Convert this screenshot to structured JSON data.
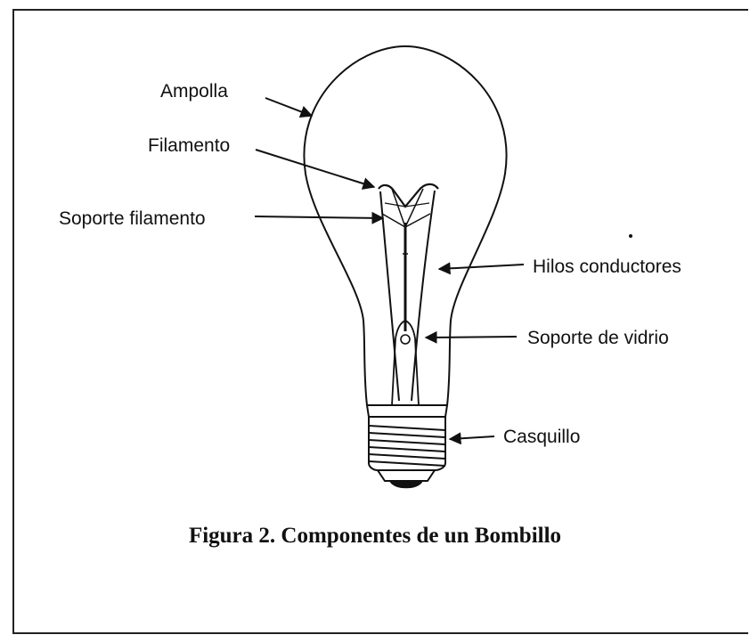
{
  "labels": {
    "ampolla": "Ampolla",
    "filamento": "Filamento",
    "soporte_filamento": "Soporte filamento",
    "hilos_conductores": "Hilos conductores",
    "soporte_vidrio": "Soporte de vidrio",
    "casquillo": "Casquillo"
  },
  "caption": "Figura 2. Componentes de un Bombillo"
}
